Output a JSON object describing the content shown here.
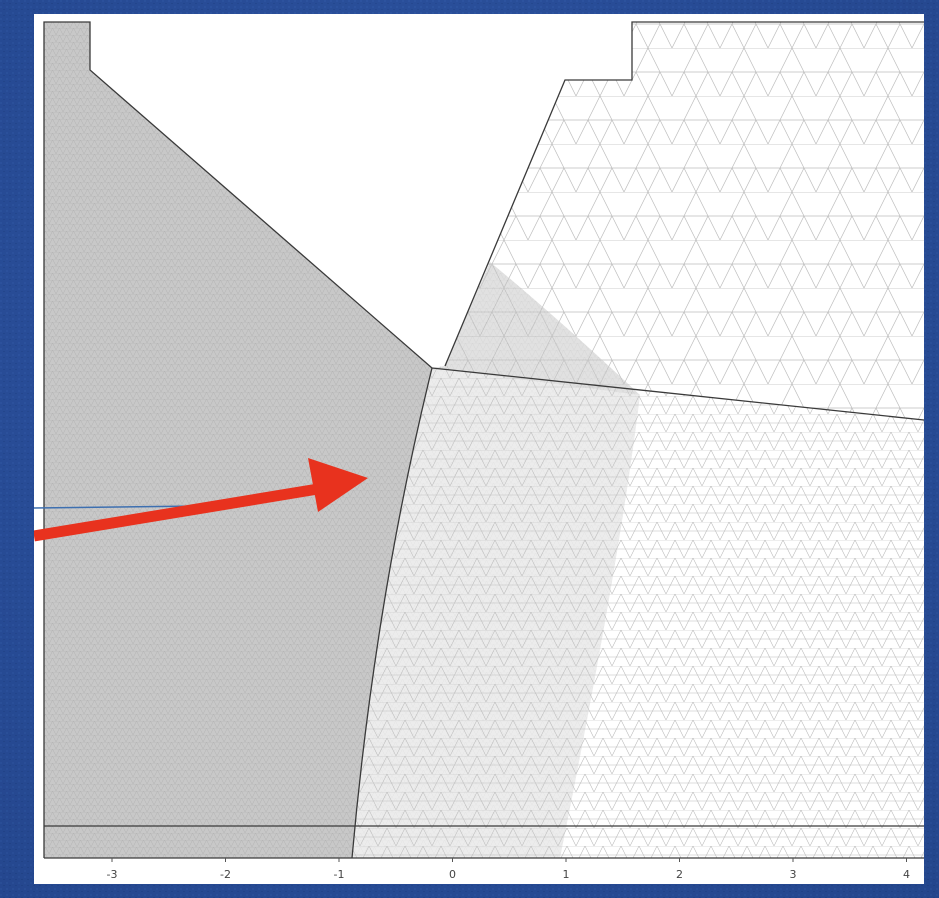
{
  "figure": {
    "title": "",
    "x_axis": {
      "ticks": [
        "-3",
        "-2",
        "-1",
        "0",
        "1",
        "2",
        "3",
        "4"
      ],
      "range": [
        -3.6,
        4.2
      ]
    },
    "regions": [
      {
        "name": "left-block",
        "mesh": "very fine",
        "fill_color": "#c8c8c8"
      },
      {
        "name": "center-curved-strip",
        "mesh": "fine",
        "fill_color": "#c8c8c8"
      },
      {
        "name": "right-lower-domain",
        "mesh": "graded coarse",
        "fill_color": "#ffffff"
      },
      {
        "name": "right-upper-domain",
        "mesh": "coarse",
        "fill_color": "#ffffff"
      }
    ],
    "annotation": {
      "type": "arrow",
      "color": "#e8321e",
      "target": "curved interface"
    }
  },
  "colors": {
    "background": "#2a4f9c",
    "panel": "#ffffff",
    "fine_region": "#c8c8c8",
    "boundary": "#3a3a3a",
    "mesh_line": "#9a9a9a",
    "arrow": "#e8321e"
  }
}
